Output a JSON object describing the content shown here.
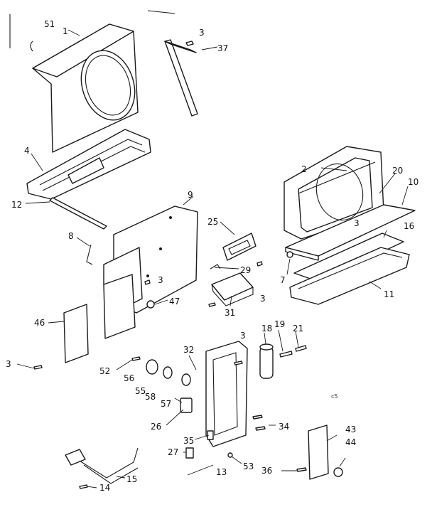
{
  "callouts": [
    "51",
    "1",
    "3",
    "37",
    "4",
    "2",
    "20",
    "10",
    "12",
    "9",
    "8",
    "25",
    "3",
    "16",
    "29",
    "7",
    "11",
    "3",
    "47",
    "3",
    "31",
    "46",
    "3",
    "18",
    "19",
    "21",
    "32",
    "3",
    "52",
    "56",
    "55",
    "58",
    "57",
    "26",
    "34",
    "35",
    "27",
    "13",
    "53",
    "15",
    "14",
    "43",
    "44",
    "36"
  ],
  "corner_note": "c5",
  "colors": {
    "ink": "#1a1a1a",
    "paper": "#ffffff"
  }
}
